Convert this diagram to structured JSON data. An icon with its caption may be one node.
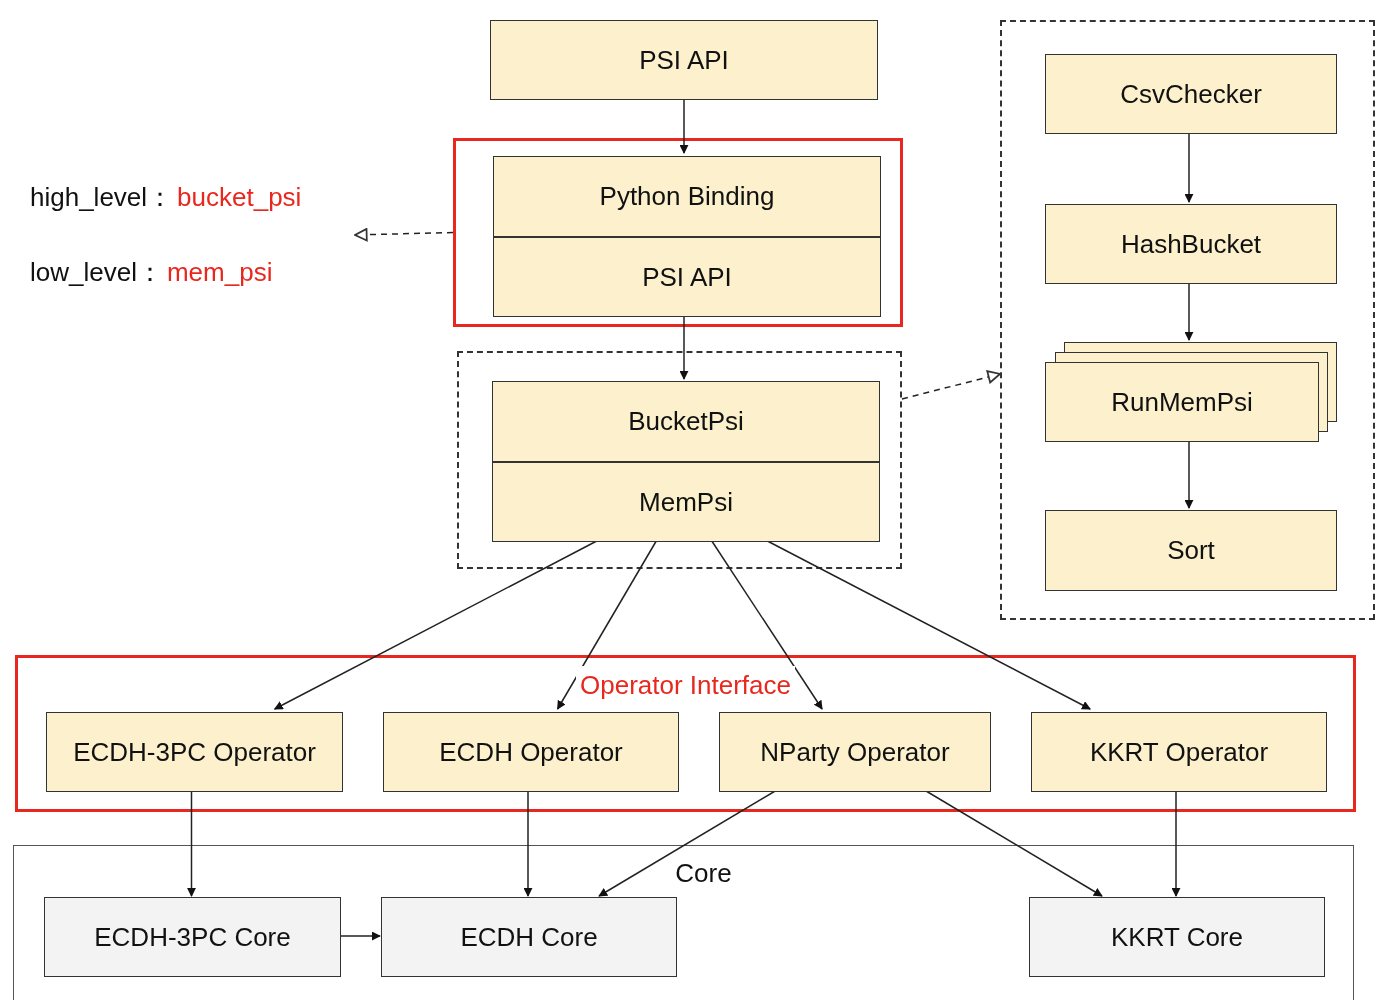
{
  "diagram": {
    "nodes": [
      {
        "text": [
          "PSI API"
        ]
      },
      {
        "text": [],
        "shape": "box"
      },
      {
        "text": [
          "Python Binding"
        ],
        "in": 1
      },
      {
        "text": [
          "PSI API"
        ],
        "in": 1
      },
      {
        "text": [],
        "shape": "box"
      },
      {
        "text": [
          "BucketPsi"
        ],
        "in": 4
      },
      {
        "text": [
          "MemPsi"
        ],
        "in": 4
      },
      {
        "text": [],
        "shape": "box"
      },
      {
        "text": [
          "CsvChecker"
        ],
        "in": 7
      },
      {
        "text": [
          "HashBucket"
        ],
        "in": 7
      },
      {
        "text": [
          "RunMemPsi"
        ],
        "in": 7
      },
      {
        "text": [
          "Sort"
        ],
        "in": 7
      },
      {
        "text": [
          "Operator Interface"
        ]
      },
      {
        "text": [
          "ECDH-3PC Operator"
        ],
        "in": 12
      },
      {
        "text": [
          "ECDH Operator"
        ],
        "in": 12
      },
      {
        "text": [
          "NParty Operator"
        ],
        "in": 12
      },
      {
        "text": [
          "KKRT Operator"
        ],
        "in": 12
      },
      {
        "text": [
          "Core"
        ]
      },
      {
        "text": [
          "ECDH-3PC Core"
        ],
        "in": 17
      },
      {
        "text": [
          "ECDH Core"
        ],
        "in": 17
      },
      {
        "text": [
          "KKRT Core"
        ],
        "in": 17
      },
      {
        "text": [
          "high_level：",
          "bucket_psi",
          "low_level：",
          "mem_psi"
        ]
      }
    ],
    "edges": [
      {
        "from": 0,
        "to": 2,
        "arrow": "to"
      },
      {
        "from": 3,
        "to": 5,
        "arrow": "to"
      },
      {
        "from": 1,
        "to": 21,
        "arrow": "to",
        "style": "dashed"
      },
      {
        "from": 4,
        "to": 7,
        "arrow": "to",
        "style": "dashed"
      },
      {
        "from": 8,
        "to": 9,
        "arrow": "to"
      },
      {
        "from": 9,
        "to": 10,
        "arrow": "to"
      },
      {
        "from": 10,
        "to": 11,
        "arrow": "to"
      },
      {
        "from": 6,
        "to": 13,
        "arrow": "to"
      },
      {
        "from": 6,
        "to": 14,
        "arrow": "to"
      },
      {
        "from": 6,
        "to": 15,
        "arrow": "to"
      },
      {
        "from": 6,
        "to": 16,
        "arrow": "to"
      },
      {
        "from": 13,
        "to": 18,
        "arrow": "to"
      },
      {
        "from": 14,
        "to": 19,
        "arrow": "to"
      },
      {
        "from": 15,
        "to": 19,
        "arrow": "to"
      },
      {
        "from": 15,
        "to": 20,
        "arrow": "to"
      },
      {
        "from": 16,
        "to": 20,
        "arrow": "to"
      },
      {
        "from": 18,
        "to": 19,
        "arrow": "to"
      }
    ]
  }
}
